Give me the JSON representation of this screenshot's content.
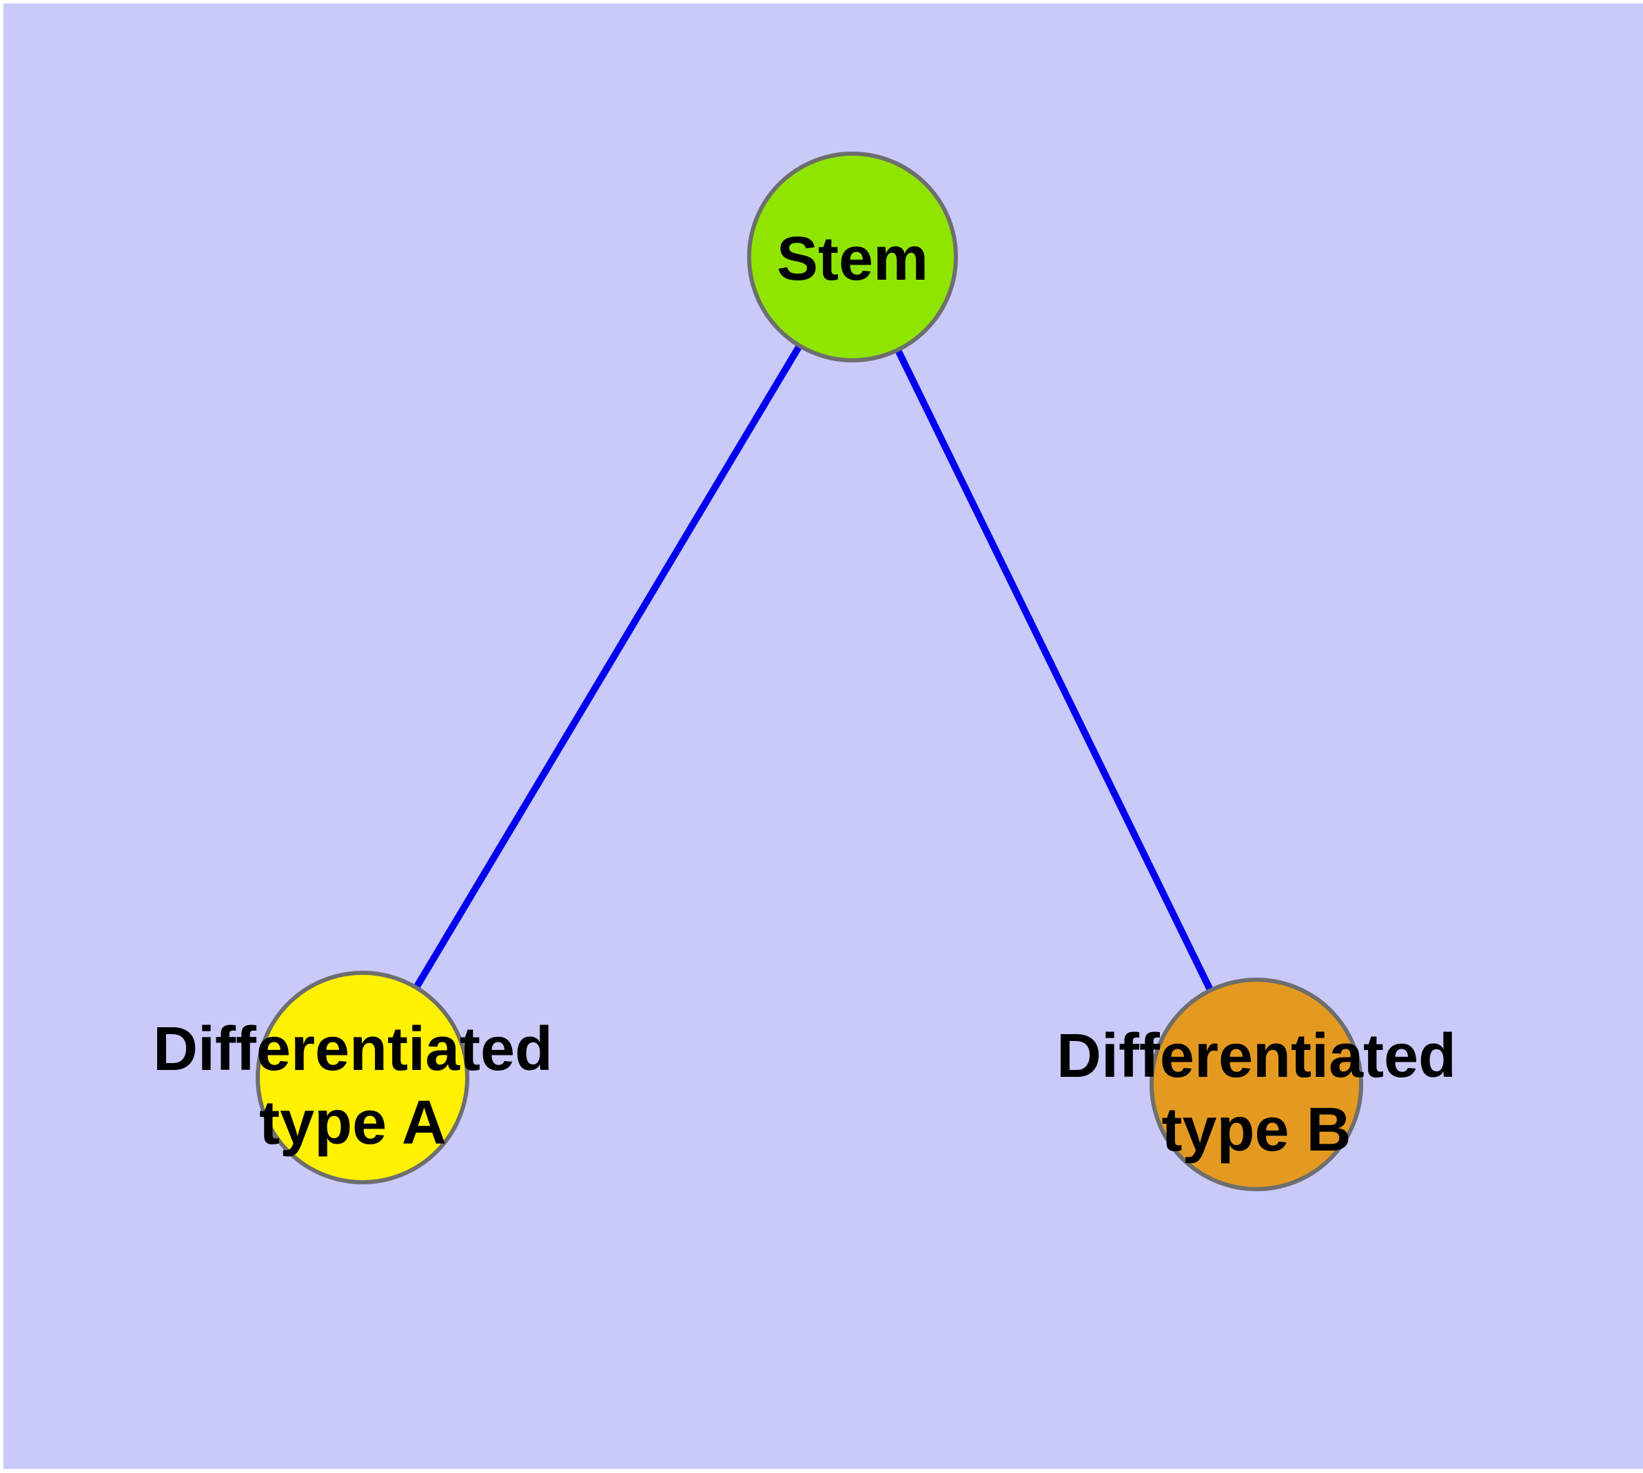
{
  "diagram": {
    "type": "graph",
    "background_color": "#C9C9FA",
    "frame_color": "#FFFFFF",
    "edge_color": "#0000EE",
    "node_border_color": "#6E6E6E",
    "label_color": "#000000",
    "nodes": [
      {
        "id": "stem",
        "label": "Stem",
        "label_lines": [
          "Stem"
        ],
        "fill": "#8FE500"
      },
      {
        "id": "type-a",
        "label": "Differentiated type A",
        "label_lines": [
          "Differentiated",
          "type A"
        ],
        "fill": "#FFF100"
      },
      {
        "id": "type-b",
        "label": "Differentiated type B",
        "label_lines": [
          "Differentiated",
          "type B"
        ],
        "fill": "#E49A20"
      }
    ],
    "edges": [
      {
        "from": "Stem",
        "to": "Differentiated type A"
      },
      {
        "from": "Stem",
        "to": "Differentiated type B"
      }
    ]
  }
}
